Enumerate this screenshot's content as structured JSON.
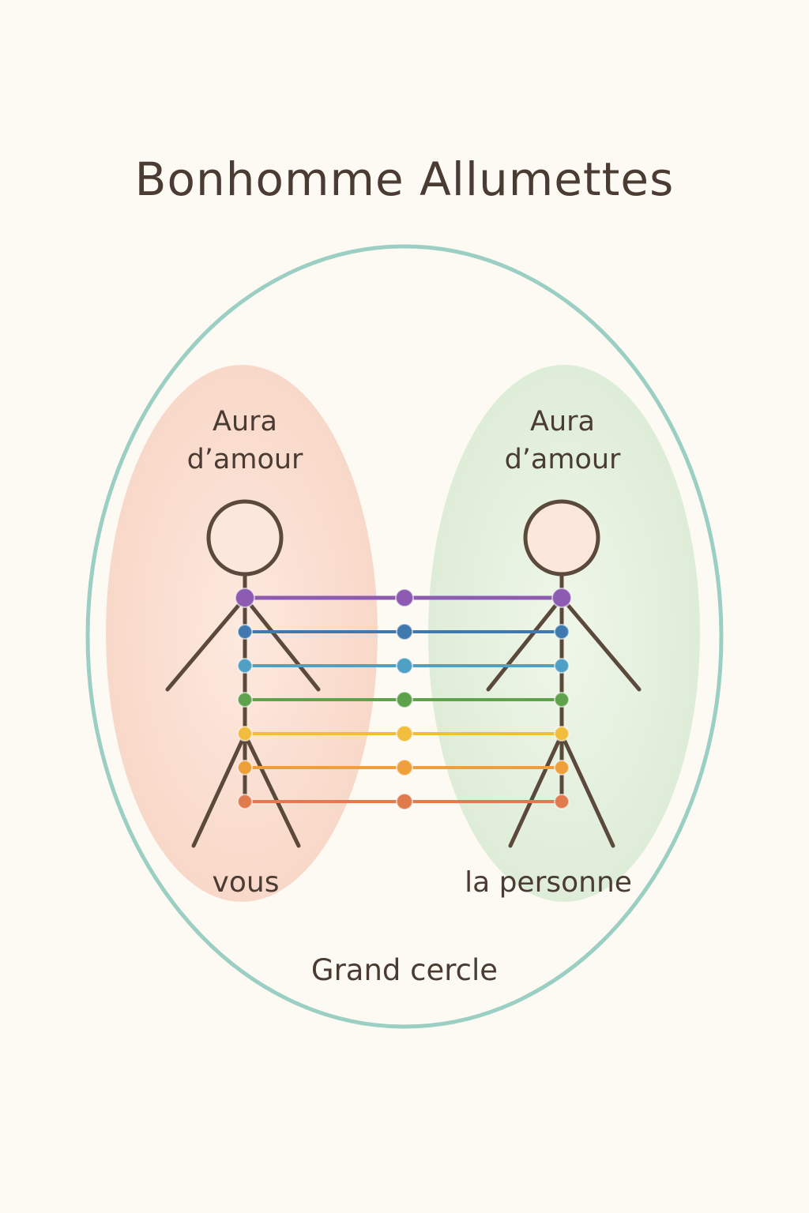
{
  "title": "Bonhomme Allumettes",
  "left_aura": {
    "line1": "Aura",
    "line2": "d’amour",
    "fill": "#f9d9c9"
  },
  "right_aura": {
    "line1": "Aura",
    "line2": "d’amour",
    "fill": "#dcebd6"
  },
  "left_person": "vous",
  "right_person": "la personne",
  "outer_circle": {
    "label": "Grand cercle",
    "stroke": "#9ccfc3"
  },
  "figure_color": "#5b4a3c",
  "head_fill": "#fbe7dc",
  "cords": [
    {
      "name": "violet",
      "color": "#8e5bb2"
    },
    {
      "name": "indigo",
      "color": "#3f79b0"
    },
    {
      "name": "bleu",
      "color": "#4fa0c4"
    },
    {
      "name": "vert",
      "color": "#5ea24b"
    },
    {
      "name": "jaune",
      "color": "#f2bd3d"
    },
    {
      "name": "orange",
      "color": "#ee9f3c"
    },
    {
      "name": "rouge",
      "color": "#e07b4e"
    }
  ]
}
